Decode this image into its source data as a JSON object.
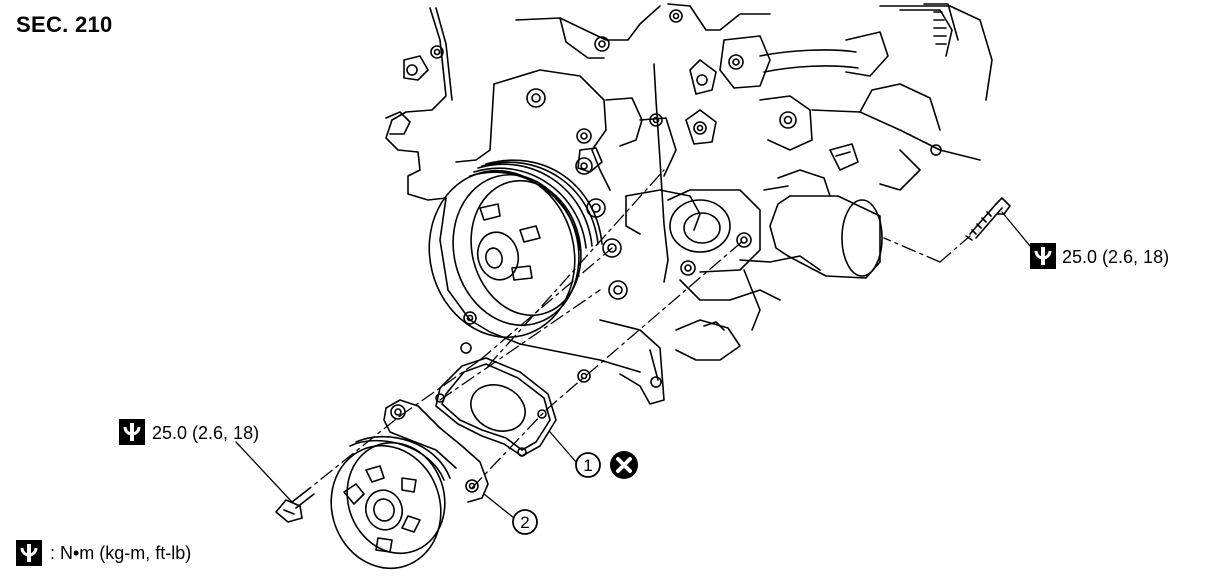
{
  "section_label": "SEC. 210",
  "torque_right": "25.0 (2.6, 18)",
  "torque_left": "25.0 (2.6, 18)",
  "legend": ": N•m (kg-m, ft-lb)",
  "callouts": [
    "1",
    "2"
  ],
  "icons": {
    "torque": "torque-wrench-icon",
    "no_reuse": "do-not-reuse-icon"
  }
}
